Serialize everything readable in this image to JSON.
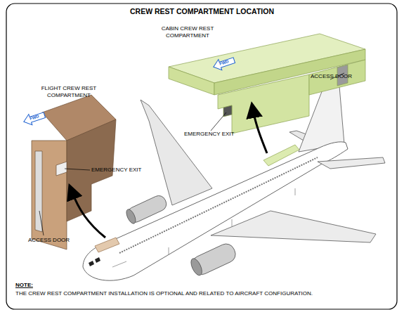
{
  "diagram": {
    "title": "CREW REST COMPARTMENT LOCATION",
    "labels": [
      "CABIN CREW REST COMPARTMENT",
      "FWD",
      "ACCESS DOOR",
      "FLIGHT CREW REST COMPARTMENT",
      "FWD",
      "EMERGENCY EXIT",
      "EMERGENCY EXIT",
      "ACCESS DOOR",
      "NOTE:",
      "THE CREW REST COMPARTMENT INSTALLATION IS OPTIONAL AND RELATED TO AIRCRAFT CONFIGURATION."
    ]
  }
}
